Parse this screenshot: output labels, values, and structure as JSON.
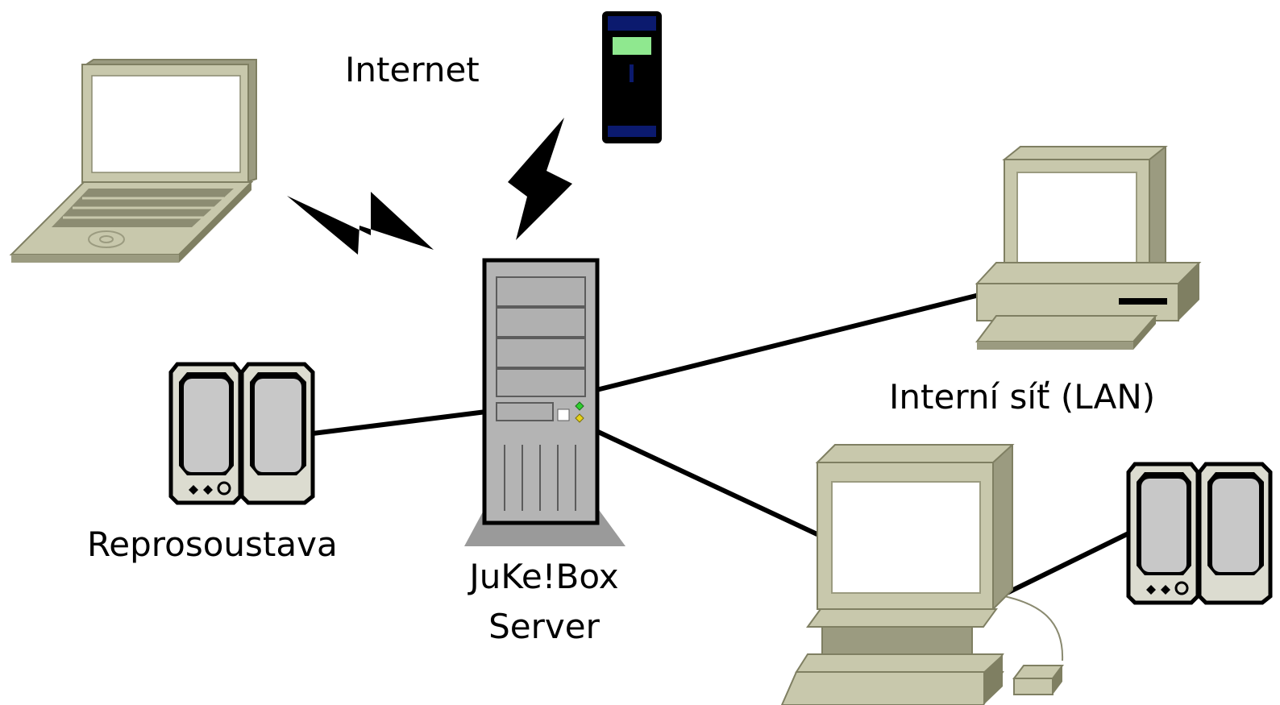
{
  "labels": {
    "internet": "Internet",
    "lan": "Interní síť (LAN)",
    "speakers": "Reprosoustava",
    "server_line1": "JuKe!Box",
    "server_line2": "Server"
  },
  "colors": {
    "device_body": "#c8c8ac",
    "device_shadow": "#9b9b80",
    "device_dark": "#7f7f62",
    "screen": "#ffffff",
    "server_gray": "#b4b4b4",
    "phone_blue": "#0b1a6e",
    "phone_screen": "#8fe88f",
    "line": "#000000"
  },
  "icons": [
    "laptop-icon",
    "phone-icon",
    "lightning-icon",
    "server-tower-icon",
    "desktop-computer-icon",
    "speaker-icon",
    "mouse-icon"
  ]
}
